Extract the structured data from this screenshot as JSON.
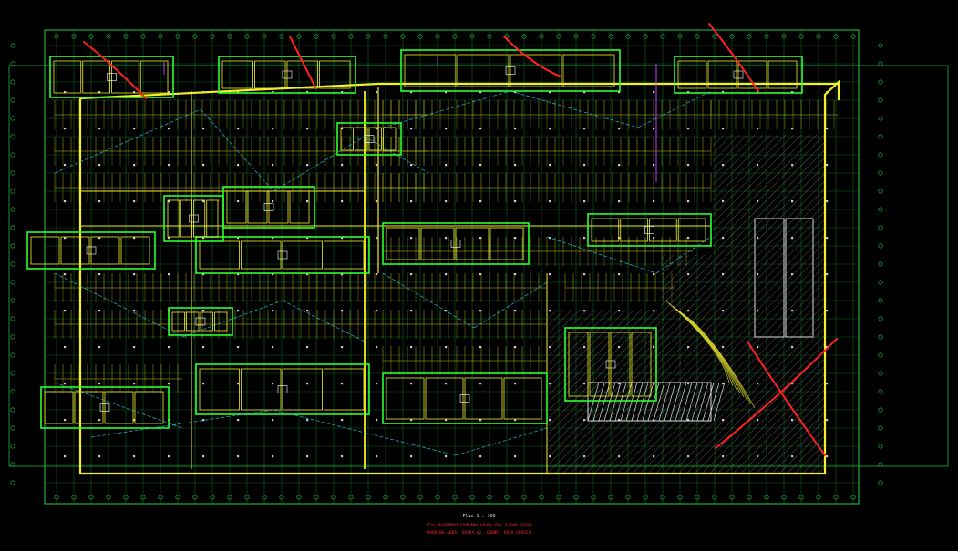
{
  "drawing": {
    "title": "Plan 1 : 100",
    "notes": [
      "GFA: BASEMENT PARKING LEVEL B1, 1:100 SCALE",
      "PARKING AREA: XXXXX  m2, COUNT: XXXX SPACES"
    ],
    "colors": {
      "background": "#000000",
      "grid": "#1fcf4a",
      "walls": "#f2ee2a",
      "units": "#2cff2c",
      "columns": "#f0f0f0",
      "routes": "#22c4e6",
      "ramps": "#8a8a8a",
      "markup": "#ff2020",
      "accent": "#c040ff"
    },
    "markup": {
      "marks": [
        "slash-mark",
        "slash-mark",
        "slash-mark",
        "slash-mark",
        "cross-mark"
      ]
    }
  }
}
